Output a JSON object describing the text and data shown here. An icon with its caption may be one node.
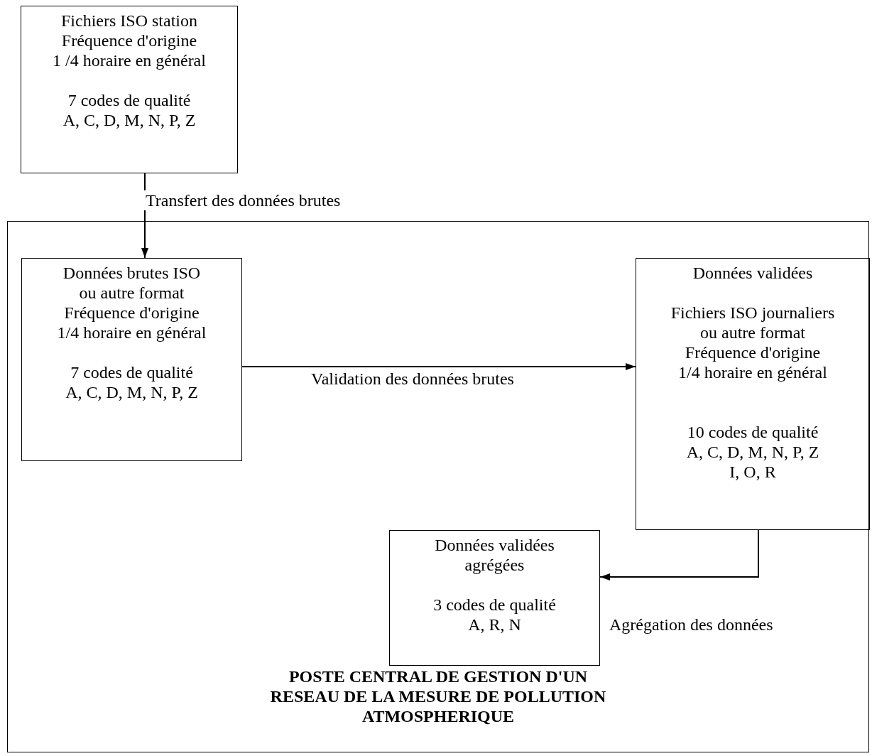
{
  "diagram": {
    "nodes": [
      {
        "text": [
          "Fichiers ISO station Fréquence d'origine 1 /4 horaire en général",
          "7 codes de qualité A, C, D, M, N, P, Z"
        ]
      },
      {
        "text": [
          "POSTE CENTRAL DE GESTION D'UN RESEAU DE LA MESURE DE POLLUTION ATMOSPHERIQUE"
        ]
      },
      {
        "text": [
          "Données brutes ISO ou autre format Fréquence d'origine 1/4 horaire en général",
          "7 codes de qualité A, C, D, M, N, P, Z"
        ],
        "in": 1
      },
      {
        "text": [
          "Données validées",
          "Fichiers ISO journaliers ou autre format Fréquence d'origine 1/4 horaire en général",
          "10 codes de qualité A, C, D, M, N, P, Z I, O, R"
        ],
        "in": 1
      },
      {
        "text": [
          "Données validées agrégées",
          "3 codes de qualité A, R, N"
        ],
        "in": 1
      }
    ],
    "edges": [
      {
        "from": 0,
        "to": 2,
        "arrow": "to",
        "label": "Transfert des données brutes"
      },
      {
        "from": 2,
        "to": 3,
        "arrow": "to",
        "label": "Validation des données brutes"
      },
      {
        "from": 3,
        "to": 4,
        "arrow": "to",
        "label": "Agrégation des données"
      }
    ]
  }
}
